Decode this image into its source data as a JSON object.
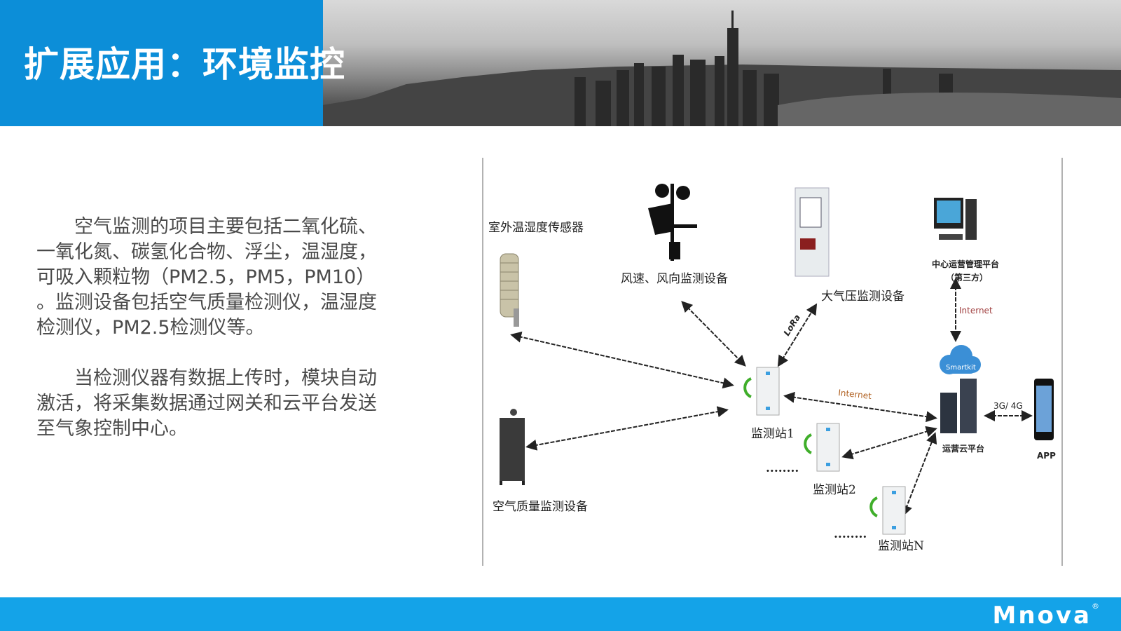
{
  "header": {
    "title": "扩展应用：环境监控"
  },
  "content": {
    "paragraph1_lines": [
      "　　空气监测的项目主要包括二氧化硫、",
      "一氧化氮、碳氢化合物、浮尘，温湿度，",
      "可吸入颗粒物（PM2.5，PM5，PM10）",
      "。监测设备包括空气质量检测仪，温湿度",
      "检测仪，PM2.5检测仪等。"
    ],
    "paragraph2_lines": [
      "　　当检测仪器有数据上传时，模块自动",
      "激活，将采集数据通过网关和云平台发送",
      "至气象控制中心。"
    ]
  },
  "diagram": {
    "temp_sensor": "室外温湿度传感器",
    "wind": "风速、风向监测设备",
    "pressure": "大气压监测设备",
    "center_platform": "中心运营管理平台",
    "third_party": "（第三方）",
    "internet_top": "Internet",
    "cloud": "Smartkit",
    "cloud_platform": "运营云平台",
    "mobile": "3G/ 4G",
    "app": "APP",
    "lora": "LoRa",
    "internet_mid": "Internet",
    "station1": "监测站1",
    "station2": "监测站2",
    "stationN": "监测站N",
    "air_quality": "空气质量监测设备",
    "dots": "........"
  },
  "footer": {
    "logo": "Mnova",
    "reg": "®"
  },
  "colors": {
    "header_blue": "#0c8ed8",
    "footer_blue": "#14a3e8"
  }
}
